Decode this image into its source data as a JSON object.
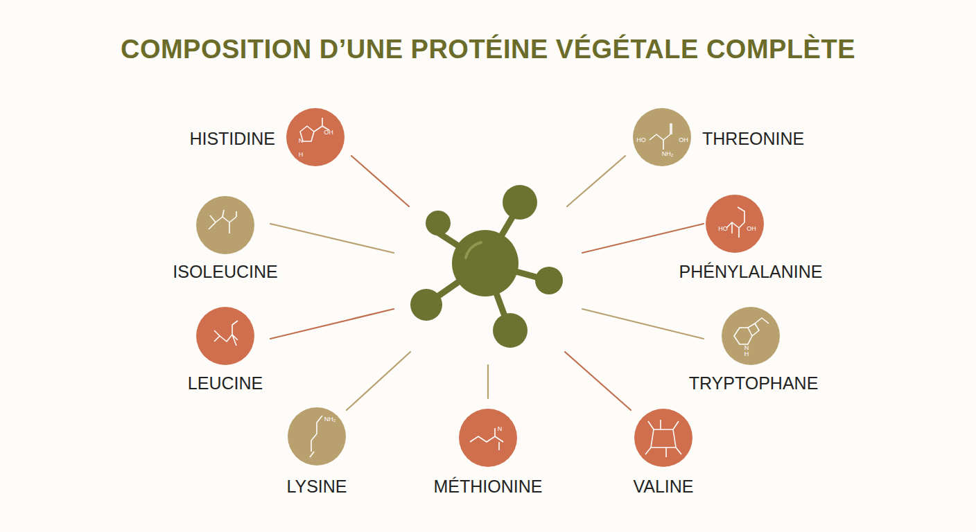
{
  "diagram": {
    "title": "COMPOSITION D’UNE PROTÉINE VÉGÉTALE COMPLÈTE",
    "nodes": [
      {
        "text": [
          "HISTIDINE"
        ]
      },
      {
        "text": [
          "THREONINE"
        ]
      },
      {
        "text": [
          "ISOLEUCINE"
        ]
      },
      {
        "text": [
          "PHÉNYLALANINE"
        ]
      },
      {
        "text": [
          "LEUCINE"
        ]
      },
      {
        "text": [
          "TRYPTOPHANE"
        ]
      },
      {
        "text": [
          "LYSINE"
        ]
      },
      {
        "text": [
          "MÉTHIONINE"
        ]
      },
      {
        "text": [
          "VALINE"
        ]
      }
    ],
    "labels": [
      "OH",
      "N",
      "H",
      "HO",
      "OH",
      "NH₂",
      "HO",
      "OH",
      "N",
      "H",
      "NH₂",
      "N"
    ]
  }
}
